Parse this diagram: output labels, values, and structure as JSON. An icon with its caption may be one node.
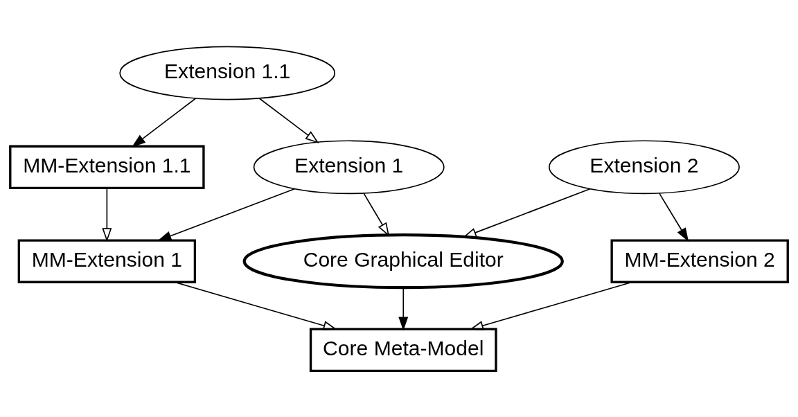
{
  "diagram": {
    "nodes": [
      {
        "text": [
          "MM-Extension 1.1"
        ]
      },
      {
        "text": [
          "Extension 1.1"
        ]
      },
      {
        "text": [
          "MM-Extension 1"
        ]
      },
      {
        "text": [
          "Extension 1"
        ]
      },
      {
        "text": [
          "Core Graphical Editor"
        ]
      },
      {
        "text": [
          "Core Meta-Model"
        ]
      },
      {
        "text": [
          "Extension 2"
        ]
      },
      {
        "text": [
          "MM-Extension 2"
        ]
      }
    ],
    "edges": [
      {
        "from": 1,
        "to": 0,
        "arrow": "to"
      },
      {
        "from": 0,
        "to": 2,
        "arrow": "to"
      },
      {
        "from": 1,
        "to": 3,
        "arrow": "to"
      },
      {
        "from": 3,
        "to": 2,
        "arrow": "to"
      },
      {
        "from": 2,
        "to": 5,
        "arrow": "to"
      },
      {
        "from": 3,
        "to": 4,
        "arrow": "to"
      },
      {
        "from": 4,
        "to": 5,
        "arrow": "to"
      },
      {
        "from": 6,
        "to": 4,
        "arrow": "to"
      },
      {
        "from": 6,
        "to": 7,
        "arrow": "to"
      },
      {
        "from": 7,
        "to": 5,
        "arrow": "to"
      }
    ]
  }
}
